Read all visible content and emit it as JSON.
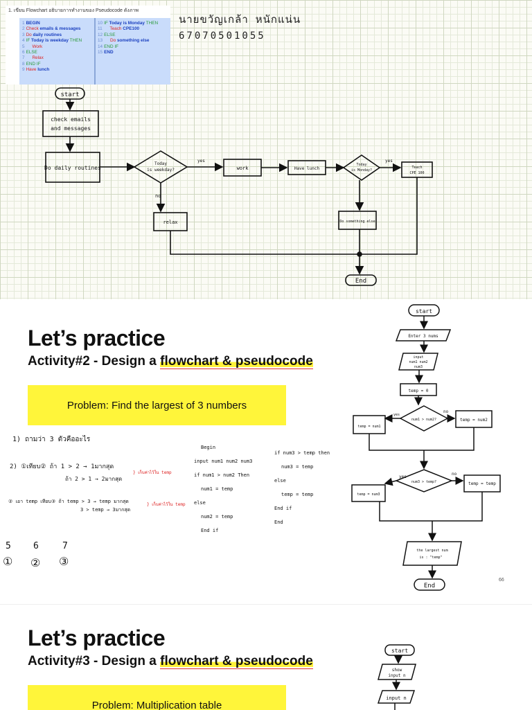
{
  "section1": {
    "pseudocode": {
      "title": "1. เขียน Flowchart อธิบายการทำงานของ Pseudocode ดังภาพ",
      "left_lines": [
        {
          "n": "1",
          "parts": [
            {
              "t": "BEGIN",
              "c": "kw-blue"
            }
          ]
        },
        {
          "n": "2",
          "parts": [
            {
              "t": "Check",
              "c": "kw-red"
            },
            {
              "t": " emails & messages",
              "c": "kw-blue"
            }
          ]
        },
        {
          "n": "3",
          "parts": [
            {
              "t": "Do",
              "c": "kw-red"
            },
            {
              "t": " daily routines",
              "c": "kw-blue"
            }
          ]
        },
        {
          "n": "4",
          "parts": [
            {
              "t": "IF",
              "c": "kw-green"
            },
            {
              "t": " Today is weekday ",
              "c": "kw-blue"
            },
            {
              "t": "THEN",
              "c": "kw-green"
            }
          ]
        },
        {
          "n": "5",
          "parts": [
            {
              "t": "     Work",
              "c": "kw-red"
            }
          ]
        },
        {
          "n": "6",
          "parts": [
            {
              "t": "ELSE",
              "c": "kw-green"
            }
          ]
        },
        {
          "n": "7",
          "parts": [
            {
              "t": "     Relax",
              "c": "kw-red"
            }
          ]
        },
        {
          "n": "8",
          "parts": [
            {
              "t": "END IF",
              "c": "kw-green"
            }
          ]
        },
        {
          "n": "9",
          "parts": [
            {
              "t": "Have",
              "c": "kw-red"
            },
            {
              "t": " lunch",
              "c": "kw-blue"
            }
          ]
        }
      ],
      "right_lines": [
        {
          "n": "10",
          "parts": [
            {
              "t": "IF",
              "c": "kw-green"
            },
            {
              "t": " Today is Monday ",
              "c": "kw-blue"
            },
            {
              "t": "THEN",
              "c": "kw-green"
            }
          ]
        },
        {
          "n": "11",
          "parts": [
            {
              "t": "     Teach",
              "c": "kw-red"
            },
            {
              "t": " CPE100",
              "c": "kw-blue"
            }
          ]
        },
        {
          "n": "12",
          "parts": [
            {
              "t": "ELSE",
              "c": "kw-green"
            }
          ]
        },
        {
          "n": "13",
          "parts": [
            {
              "t": "     Do",
              "c": "kw-red"
            },
            {
              "t": " something else",
              "c": "kw-blue"
            }
          ]
        },
        {
          "n": "14",
          "parts": [
            {
              "t": "END IF",
              "c": "kw-green"
            }
          ]
        },
        {
          "n": "15",
          "parts": [
            {
              "t": "END",
              "c": "kw-blue"
            }
          ]
        }
      ]
    },
    "student_name": "นายขวัญเกล้า หนักแน่น",
    "student_id": "67070501055",
    "flowchart": {
      "start": "start",
      "check": [
        "check emails",
        "and messages"
      ],
      "routine": "Do daily routines",
      "weekday": [
        "Today",
        "is weekday?"
      ],
      "yes1": "yes",
      "no1": "no",
      "work": "work",
      "lunch": "Have lunch",
      "monday": [
        "Today",
        "is Monday?"
      ],
      "yes2": "yes",
      "teach": [
        "Teach",
        "CPE 100"
      ],
      "relax": "relax",
      "something": "Do something else",
      "end": "End"
    }
  },
  "section2": {
    "title": "Let’s practice",
    "subtitle_prefix": "Activity#2 - Design a ",
    "subtitle_highlight": "flowchart & pseudocode",
    "problem": "Problem: Find the largest of 3 numbers",
    "page_number": "66",
    "notes": {
      "step1": "1) ถามว่า 3 ตัวคืออะไร",
      "step2a": "2) ①เทียบ② ถ้า 1 > 2 → 1มากสุด",
      "step2b": "ถ้า 2 > 1 → 2มากสุด",
      "step2note": "} เก็บค่าไว้ใน temp",
      "step3a": "② เอา temp เทียบ③ ถ้า temp > 3 → temp มากสุด",
      "step3b": "3 > temp → 3มากสุด",
      "step3note": "} เก็บค่าไว้ใน temp",
      "nums": [
        "5",
        "6",
        "7"
      ],
      "circles": [
        "①",
        "②",
        "③"
      ]
    },
    "pseudo_left": [
      "Begin",
      "input num1 num2 num3",
      "if num1 > num2 Then",
      "num1 = temp",
      "else",
      "num2 = temp",
      "End if"
    ],
    "pseudo_right": [
      "if num3 > temp then",
      "num3 = temp",
      "else",
      "temp = temp",
      "End if",
      "End"
    ],
    "flowchart": {
      "start": "start",
      "enter": "Enter 3 nums",
      "input": [
        "input",
        "num1 num2",
        "num3"
      ],
      "temp0": "temp = 0",
      "cond1": "num1 > num2?",
      "yes1": "yes",
      "no1": "no",
      "left1": "temp = num1",
      "right1": "temp = num2",
      "cond2": "num3 > temp?",
      "yes2": "yes",
      "no2": "no",
      "left2": "temp = num3",
      "right2": "temp = temp",
      "output": [
        "the largest num",
        "is : \"temp\""
      ],
      "end": "End"
    }
  },
  "section3": {
    "title": "Let’s practice",
    "subtitle_prefix": "Activity#3 - Design a ",
    "subtitle_highlight": "flowchart & pseudocode",
    "problem": "Problem: Multiplication table",
    "flowchart": {
      "start": "start",
      "show": [
        "show",
        "input n"
      ],
      "input": "input n"
    }
  }
}
